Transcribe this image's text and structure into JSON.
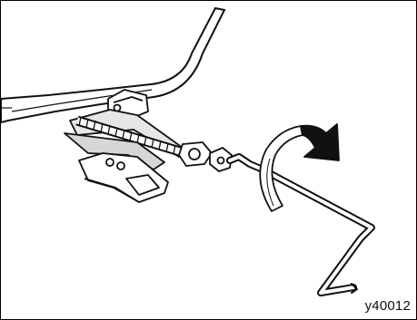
{
  "figure": {
    "code": "y40012"
  },
  "colors": {
    "line": "#111111",
    "fill": "#ffffff",
    "shade": "#cfcfcf"
  },
  "icons": [
    "scissor-jack",
    "jack-handle",
    "rotation-arrow",
    "car-body"
  ]
}
